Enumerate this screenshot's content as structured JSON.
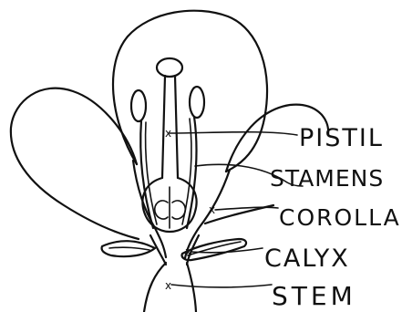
{
  "labels": {
    "pistil": "PISTIL",
    "stamens": "STAMENS",
    "corolla": "COROLLA",
    "calyx": "CALYX",
    "stem": "STEM"
  },
  "marker": "x",
  "colors": {
    "ink": "#111111",
    "background": "#ffffff"
  }
}
